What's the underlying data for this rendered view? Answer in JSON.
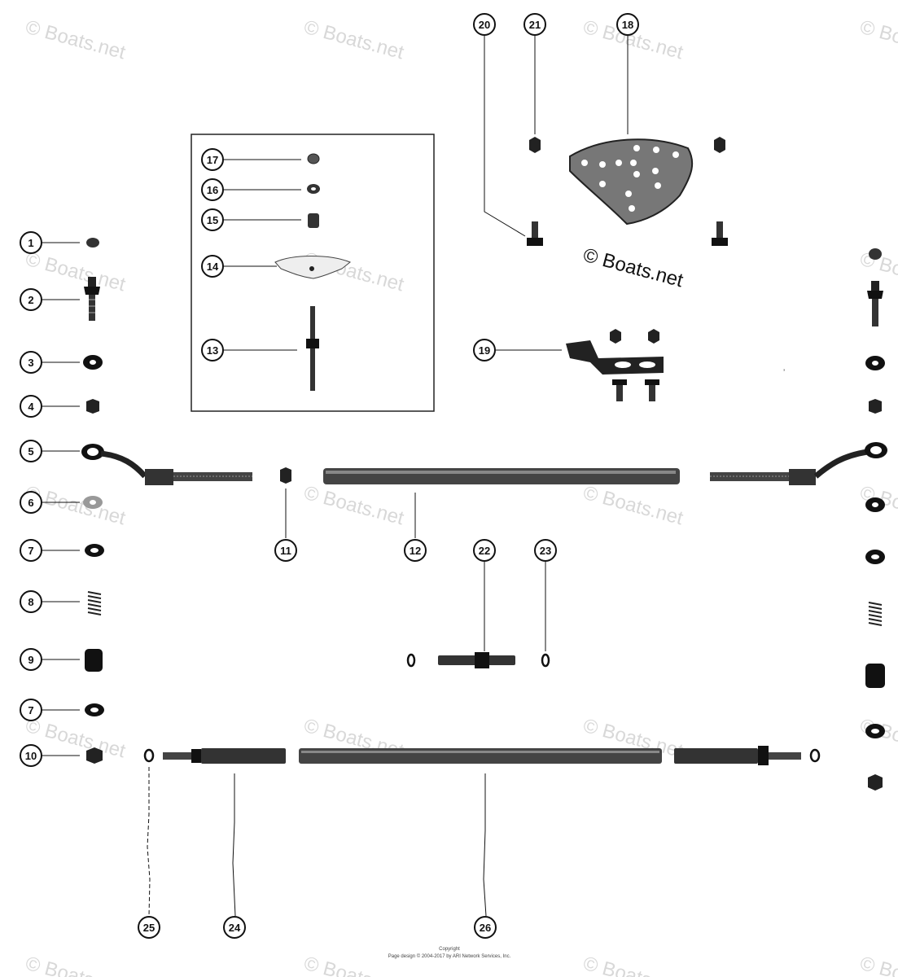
{
  "watermark_text": "© Boats.net",
  "primary_watermark": "© Boats.net",
  "copyright_lines": [
    "Copyright",
    "Page design © 2004-2017 by ARI Network Services, Inc."
  ],
  "callouts": {
    "c1": "1",
    "c2": "2",
    "c3": "3",
    "c4": "4",
    "c5": "5",
    "c6": "6",
    "c7a": "7",
    "c7b": "7",
    "c8": "8",
    "c9": "9",
    "c10": "10",
    "c11": "11",
    "c12": "12",
    "c13": "13",
    "c14": "14",
    "c15": "15",
    "c16": "16",
    "c17": "17",
    "c18": "18",
    "c19": "19",
    "c20": "20",
    "c21": "21",
    "c22": "22",
    "c23": "23",
    "c24": "24",
    "c25": "25",
    "c26": "26"
  }
}
